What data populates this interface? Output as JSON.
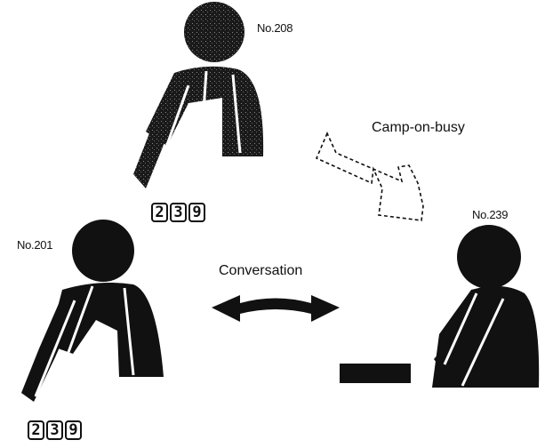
{
  "labels": {
    "ext_top": "No.208",
    "ext_left": "No.201",
    "ext_right": "No.239",
    "camp_on": "Camp-on-busy",
    "conversation": "Conversation"
  },
  "keypads": {
    "top": [
      "2",
      "3",
      "9"
    ],
    "bottom": [
      "2",
      "3",
      "9"
    ]
  },
  "icons": {
    "top_person": "person-dialing-icon",
    "left_person": "person-talking-icon",
    "right_person": "person-on-phone-icon",
    "camp_arrow": "dashed-arrow-icon",
    "conversation_arrow": "double-arrow-icon",
    "desk": "desk-icon"
  },
  "colors": {
    "ink": "#111111",
    "paper": "#ffffff"
  }
}
